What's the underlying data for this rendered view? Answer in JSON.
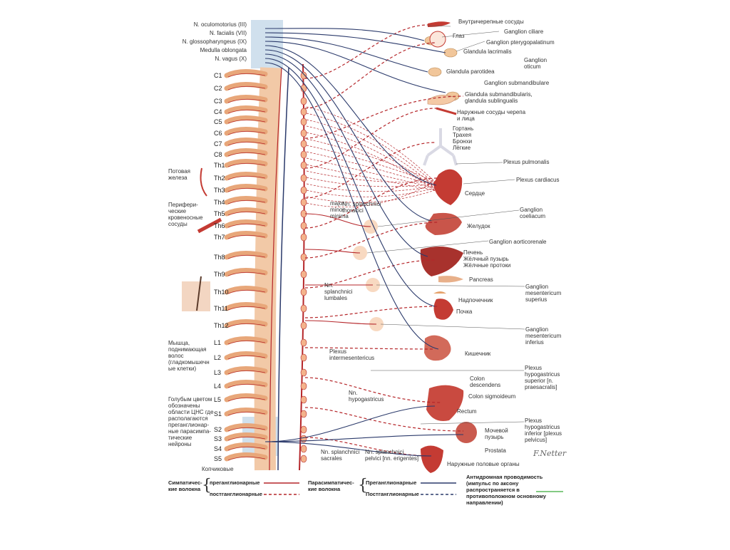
{
  "cranial": [
    "N. oculomotorius (III)",
    "N. facialis (VII)",
    "N. glossopharyngeus (IX)",
    "Medulla oblongata",
    "N. vagus (X)"
  ],
  "segments": [
    "C1",
    "C2",
    "C3",
    "C4",
    "C5",
    "C6",
    "C7",
    "C8",
    "Th1",
    "Th2",
    "Th3",
    "Th4",
    "Th5",
    "Th6",
    "Th7",
    "Th8",
    "Th9",
    "Th10",
    "Th11",
    "Th12",
    "L1",
    "L2",
    "L3",
    "L4",
    "L5",
    "S1",
    "S2",
    "S3",
    "S4",
    "S5"
  ],
  "coccygeal": "Копчиковые",
  "left_labels": {
    "sweat_gland": "Потовая\nжелеза",
    "peripheral_vessels": "Перифери-\nческие\nкровеносные\nсосуды",
    "arrector_muscle": "Мышца,\nподнимающая\nволос\n(гладкомышечн\nые клетки)",
    "blue_note": "Голубым цветом\nобозначены\nобласти ЦНС где\nрасполагаются\nпреганглионар-\nные парасимпа-\nтические\nнейроны"
  },
  "right_labels": {
    "intracranial_vessels": "Внутричерепные сосуды",
    "ganglion_ciliare": "Ganglion ciliare",
    "eye": "Глаз",
    "ganglion_pterygopalatinum": "Ganglion pterygopalatinum",
    "glandula_lacrimalis": "Glandula lacrimalis",
    "ganglion_oticum": "Ganglion\noticum",
    "glandula_parotidea": "Glandula parotidea",
    "ganglion_submandibulare": "Ganglion submandibulare",
    "glandula_submandibularis": "Glandula submandibularis,\nglandula sublingualis",
    "external_vessels": "Наружные сосуды черепа\nи лица",
    "respiratory": "Гортань\nТрахея\nБронхи\nЛёгкие",
    "plexus_pulmonalis": "Plexus pulmonalis",
    "plexus_cardiacus": "Plexus cardiacus",
    "heart": "Сердце",
    "ganglion_coeliacum": "Ganglion\ncoeliacum",
    "stomach": "Желудок",
    "ganglion_aorticorenale": "Ganglion aorticorenale",
    "liver": "Печень\nЖёлчный пузырь\nЖёлчные протоки",
    "pancreas": "Pancreas",
    "ganglion_mesentericum_superius": "Ganglion\nmesentericum\nsuperius",
    "adrenal": "Надпочечник",
    "kidney": "Почка",
    "ganglion_mesentericum_inferius": "Ganglion\nmesentericum\ninferius",
    "intestine": "Кишечник",
    "plexus_hypogastricus_superior": "Plexus\nhypogastricus\nsuperior [n.\npraesacralis]",
    "colon_descendens": "Colon\ndescendens",
    "colon_sigmoideum": "Colon sigmoideum",
    "rectum": "Rectum",
    "plexus_hypogastricus_inferior": "Plexus\nhypogastricus\ninferior [plexus\npelvicus]",
    "bladder": "Мочевой\nпузырь",
    "prostata": "Prostata",
    "genitals": "Наружные половые органы"
  },
  "center_labels": {
    "splanchnici_thoracici": "Nn. splanchnici\nthoracici",
    "major_minor_minima": "major\nminor\nminima",
    "splanchnici_lumbales": "Nn.\nsplanchnici\nlumbales",
    "plexus_intermesentericus": "Plexus\nintermesentericus",
    "nn_hypogastricus": "Nn.\nhypogastricus",
    "splanchnici_sacrales": "Nn. splanchnici\nsacrales",
    "splanchnici_pelvici": "Nn. splanchnici\npelvici [nn. erigentes]"
  },
  "legend": {
    "sympathetic": "Симпатичес-\nкие волокна",
    "parasympathetic": "Парасимпатичес-\nкие волокна",
    "preganglionic_1": "преганглионарные",
    "postganglionic_1": "постганглионарные",
    "preganglionic_2": "Преганглионарные",
    "postganglionic_2": "Постганглионарные",
    "antidromic": "Антидромная проводимость\n(импульс по аксону\nраспространяется в\nпротивоположном основному\nнаправлении)"
  },
  "colors": {
    "sympathetic": "#b5262a",
    "parasympathetic": "#2b3a6b",
    "antidromic": "#5cb85c",
    "spine": "#e8a77a",
    "cns_blue": "#bcd3e6",
    "organ": "#c43b33"
  }
}
